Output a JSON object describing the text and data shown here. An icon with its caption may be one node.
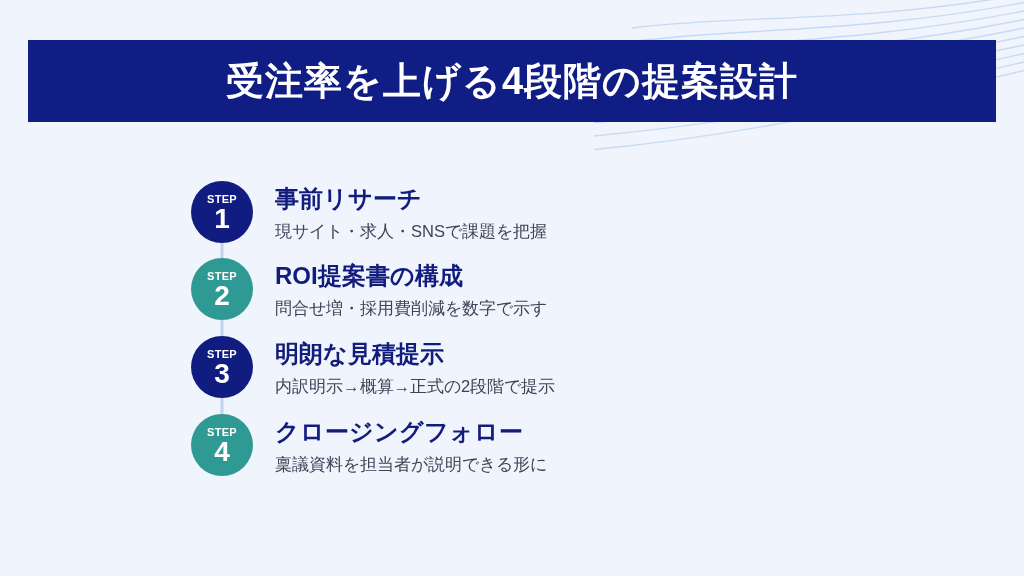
{
  "diagram": {
    "title": "受注率を上げる4段階の提案設計",
    "nodes": [
      {
        "text": [
          "STEP",
          "1"
        ],
        "beside": [
          "事前リサーチ",
          "現サイト・求人・SNSで課題を把握"
        ]
      },
      {
        "text": [
          "STEP",
          "2"
        ],
        "beside": [
          "ROI提案書の構成",
          "問合せ増・採用費削減を数字で示す"
        ]
      },
      {
        "text": [
          "STEP",
          "3"
        ],
        "beside": [
          "明朗な見積提示",
          "内訳明示→概算→正式の2段階で提示"
        ]
      },
      {
        "text": [
          "STEP",
          "4"
        ],
        "beside": [
          "クロージングフォロー",
          "稟議資料を担当者が説明できる形に"
        ]
      }
    ],
    "edges": [
      {
        "from": 0,
        "to": 1,
        "arrow": "none"
      },
      {
        "from": 1,
        "to": 2,
        "arrow": "none"
      },
      {
        "from": 2,
        "to": 3,
        "arrow": "none"
      }
    ]
  }
}
